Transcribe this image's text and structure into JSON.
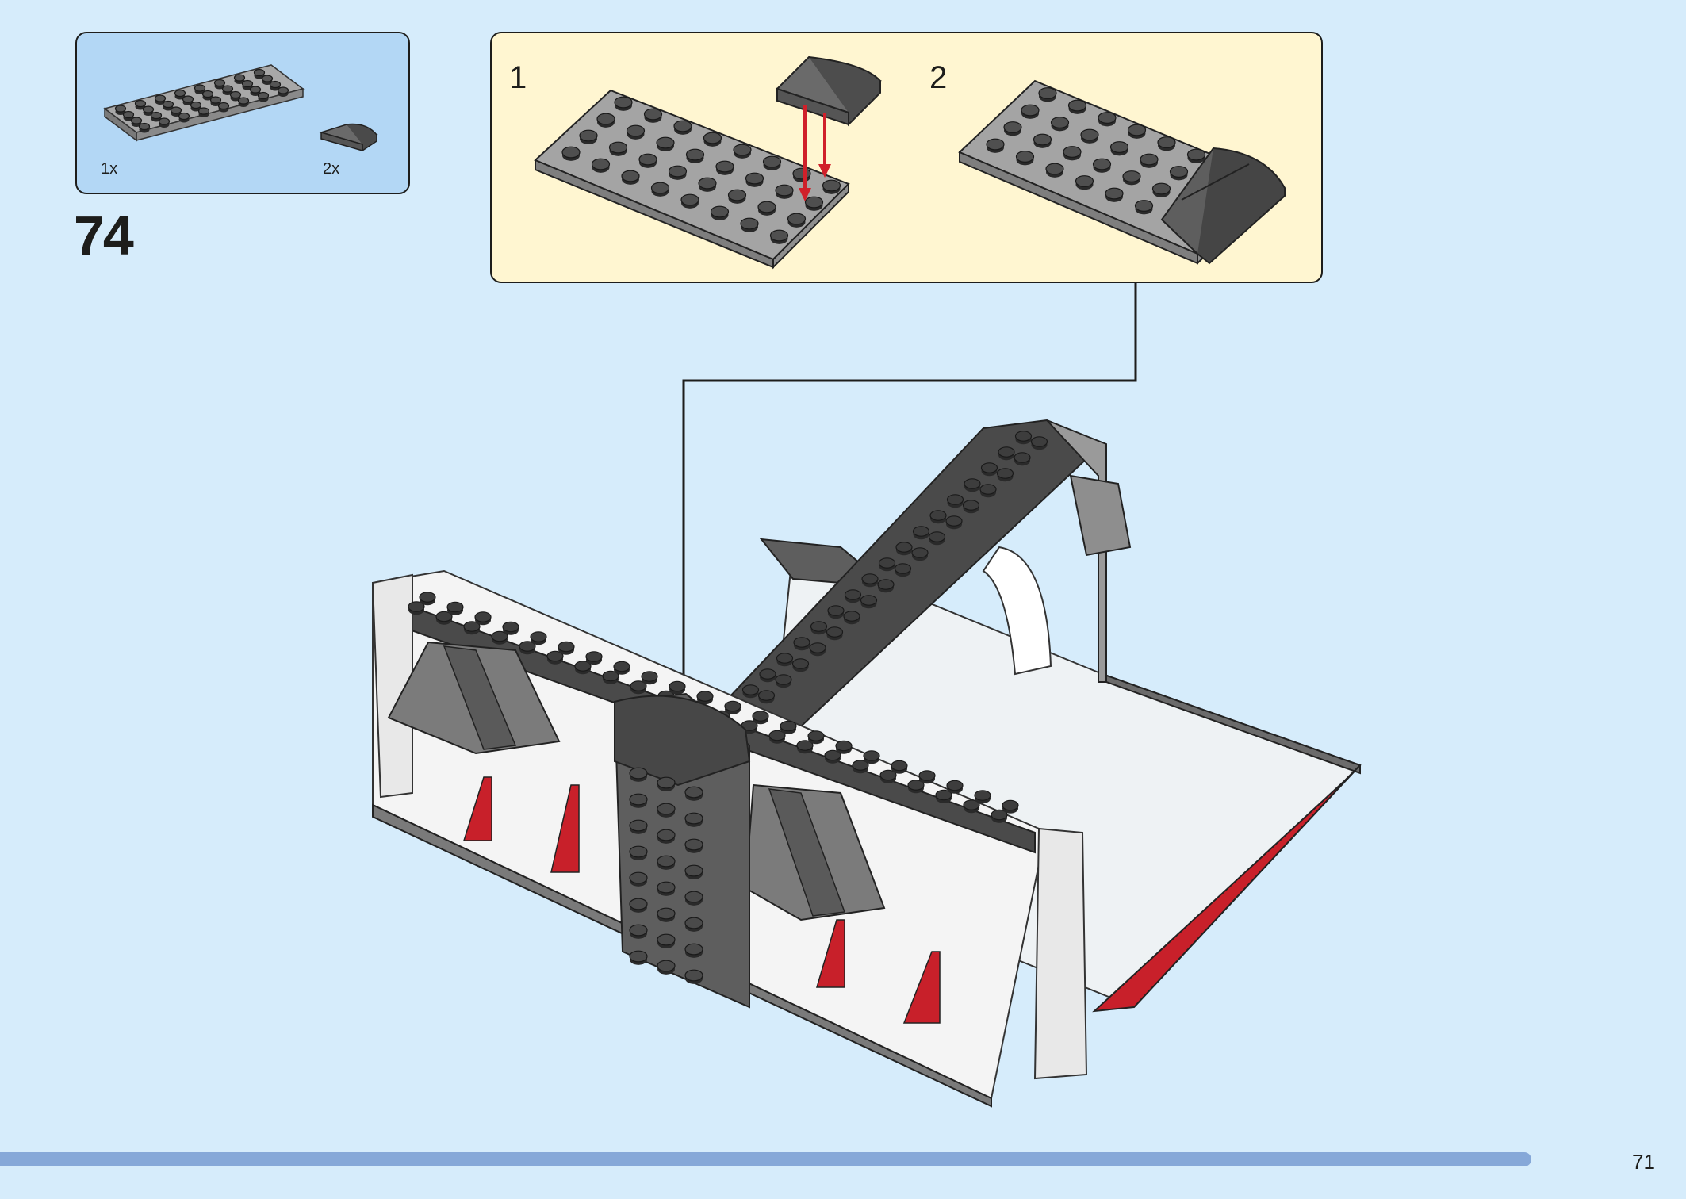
{
  "parts_list": {
    "items": [
      {
        "quantity": "1x",
        "part": "plate-4x8-grey"
      },
      {
        "quantity": "2x",
        "part": "curved-slope-dark-grey"
      }
    ]
  },
  "step": {
    "number": "74"
  },
  "sub_assembly": {
    "steps": [
      {
        "label": "1"
      },
      {
        "label": "2"
      }
    ]
  },
  "page": {
    "number": "71",
    "progress": 0.953
  },
  "colors": {
    "background": "#d6ecfb",
    "parts_box": "#b3d7f5",
    "sub_box": "#fff6d1",
    "progress": "#86a8d8",
    "arrow": "#d0202a"
  }
}
